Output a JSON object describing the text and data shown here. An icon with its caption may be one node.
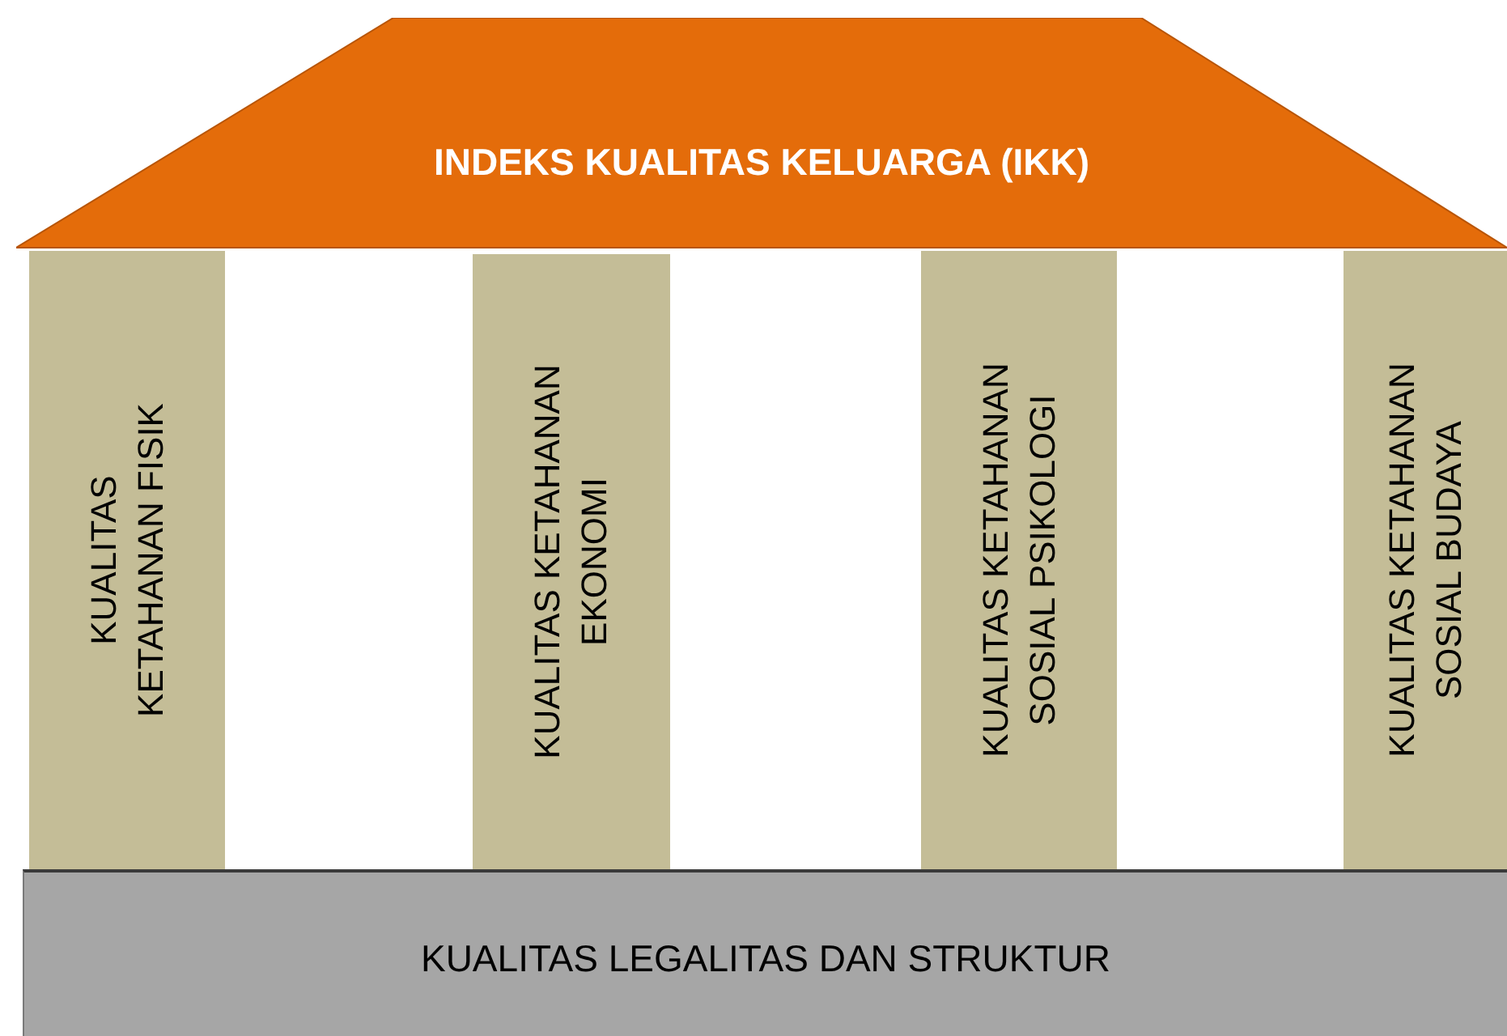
{
  "diagram": {
    "nodes": [
      {
        "text": [
          "INDEKS KUALITAS KELUARGA (IKK)"
        ]
      },
      {
        "text": [
          "KUALITAS KETAHANAN FISIK"
        ]
      },
      {
        "text": [
          "KUALITAS KETAHANAN EKONOMI"
        ]
      },
      {
        "text": [
          "KUALITAS KETAHANAN SOSIAL PSIKOLOGI"
        ]
      },
      {
        "text": [
          "KUALITAS KETAHANAN SOSIAL BUDAYA"
        ]
      },
      {
        "text": [
          "KUALITAS LEGALITAS DAN STRUKTUR"
        ]
      }
    ]
  }
}
